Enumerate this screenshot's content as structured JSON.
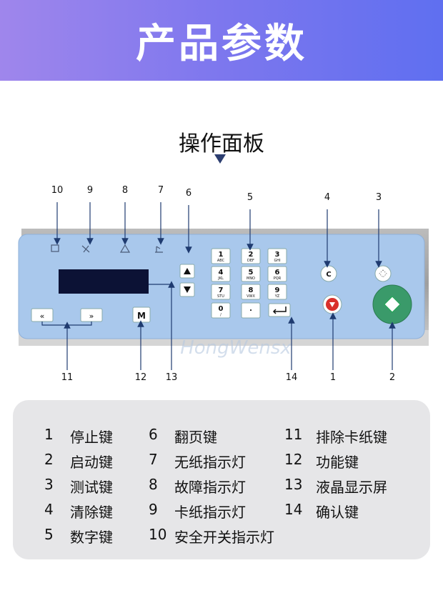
{
  "banner": {
    "title": "产品参数"
  },
  "section": {
    "title": "操作面板"
  },
  "panel": {
    "callouts": [
      "10",
      "9",
      "8",
      "7",
      "6",
      "5",
      "4",
      "3",
      "11",
      "12",
      "13",
      "14",
      "1",
      "2"
    ],
    "keypad": [
      {
        "digit": "1",
        "letters": "ABC"
      },
      {
        "digit": "2",
        "letters": "DEF"
      },
      {
        "digit": "3",
        "letters": "GHI"
      },
      {
        "digit": "4",
        "letters": "JKL"
      },
      {
        "digit": "5",
        "letters": "MNO"
      },
      {
        "digit": "6",
        "letters": "PQR"
      },
      {
        "digit": "7",
        "letters": "STU"
      },
      {
        "digit": "8",
        "letters": "VWX"
      },
      {
        "digit": "9",
        "letters": "YZ"
      },
      {
        "digit": "0",
        "letters": "/"
      },
      {
        "digit": ".",
        "letters": ""
      }
    ],
    "c_key": "C",
    "m_key": "M",
    "watermark": "HongWensx",
    "colors": {
      "panel_blue": "#a9c8ec",
      "start_green": "#3a9a6a",
      "stop_red": "#d9302b",
      "arrow": "#1f3b70"
    }
  },
  "legend": [
    {
      "num": "1",
      "text": "停止键"
    },
    {
      "num": "2",
      "text": "启动键"
    },
    {
      "num": "3",
      "text": "测试键"
    },
    {
      "num": "4",
      "text": "清除键"
    },
    {
      "num": "5",
      "text": "数字键"
    },
    {
      "num": "6",
      "text": "翻页键"
    },
    {
      "num": "7",
      "text": "无纸指示灯"
    },
    {
      "num": "8",
      "text": "故障指示灯"
    },
    {
      "num": "9",
      "text": "卡纸指示灯"
    },
    {
      "num": "10",
      "text": "安全开关指示灯"
    },
    {
      "num": "11",
      "text": "排除卡纸键"
    },
    {
      "num": "12",
      "text": "功能键"
    },
    {
      "num": "13",
      "text": "液晶显示屏"
    },
    {
      "num": "14",
      "text": "确认键"
    }
  ]
}
